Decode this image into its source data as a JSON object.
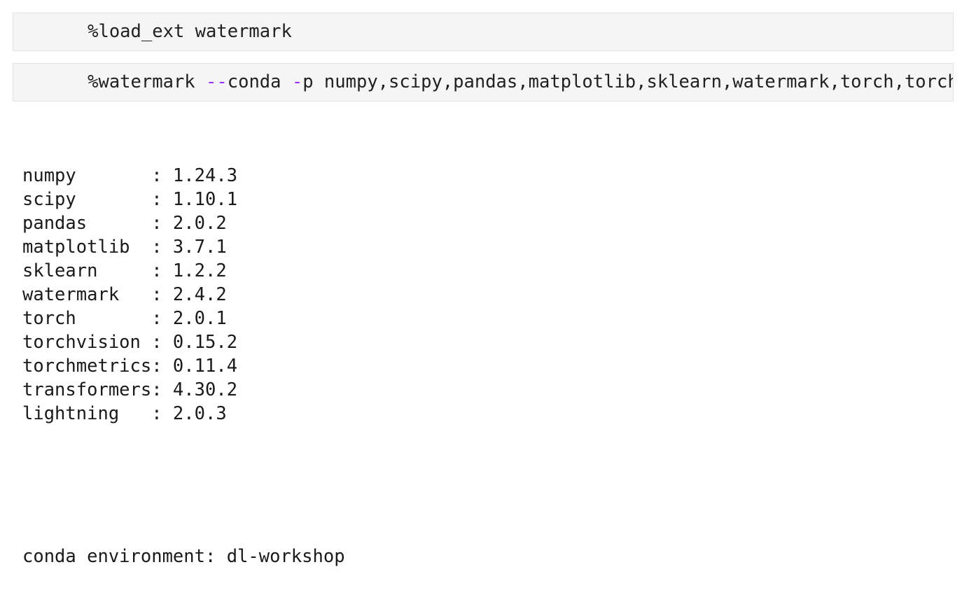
{
  "cells": [
    {
      "name": "load-ext-cell",
      "source": "%load_ext watermark",
      "tokens": [
        {
          "text": "%load_ext watermark",
          "style": "plain"
        }
      ]
    },
    {
      "name": "watermark-cell",
      "source": "%watermark --conda -p numpy,scipy,pandas,matplotlib,sklearn,watermark,torch,torchvision,torchmetrics,transformers,lightning",
      "clipped_visible_text": "%watermark --conda -p numpy,scipy,pandas,matplotlib,sklearn,watermark,torch,torchvisi",
      "tokens": [
        {
          "text": "%watermark ",
          "style": "plain"
        },
        {
          "text": "--",
          "style": "flag"
        },
        {
          "text": "conda ",
          "style": "plain"
        },
        {
          "text": "-",
          "style": "flag"
        },
        {
          "text": "p numpy,scipy,pandas,matplotlib,sklearn,watermark,torch,torchvision,torchmetrics,transformers,lightning",
          "style": "plain"
        }
      ]
    }
  ],
  "output": {
    "packages": [
      {
        "name": "numpy",
        "version": "1.24.3"
      },
      {
        "name": "scipy",
        "version": "1.10.1"
      },
      {
        "name": "pandas",
        "version": "2.0.2"
      },
      {
        "name": "matplotlib",
        "version": "3.7.1"
      },
      {
        "name": "sklearn",
        "version": "1.2.2"
      },
      {
        "name": "watermark",
        "version": "2.4.2"
      },
      {
        "name": "torch",
        "version": "2.0.1"
      },
      {
        "name": "torchvision",
        "version": "0.15.2"
      },
      {
        "name": "torchmetrics",
        "version": "0.11.4"
      },
      {
        "name": "transformers",
        "version": "4.30.2"
      },
      {
        "name": "lightning",
        "version": "2.0.3"
      }
    ],
    "name_column_width": 12,
    "conda_environment_label": "conda environment:",
    "conda_environment_value": "dl-workshop",
    "conda_environment_line": "conda environment: dl-workshop"
  },
  "colors": {
    "cell_background": "#f5f5f5",
    "cell_border": "#e3e3e3",
    "page_background": "#ffffff",
    "code_text": "#212121",
    "output_text": "#1a1a1a",
    "flag_accent": "#9b30ff"
  }
}
